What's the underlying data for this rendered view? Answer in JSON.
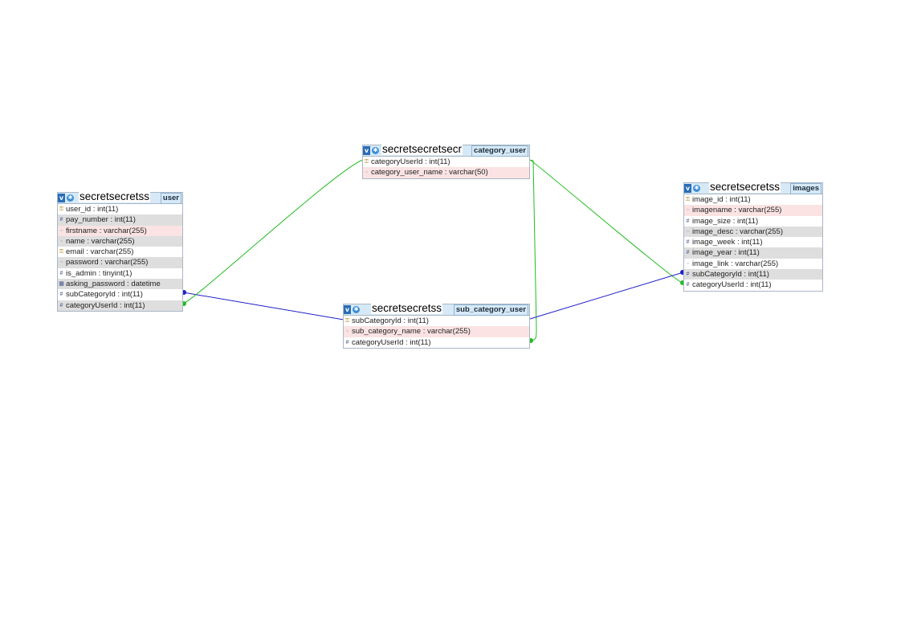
{
  "tables": {
    "user": {
      "name": "user",
      "db_label": "secretsecretss",
      "columns": [
        {
          "text": "user_id : int(11)",
          "icon": "key-icon"
        },
        {
          "text": "pay_number : int(11)",
          "icon": "hash-icon"
        },
        {
          "text": "firstname : varchar(255)",
          "icon": "text-icon"
        },
        {
          "text": "name : varchar(255)",
          "icon": "text-icon"
        },
        {
          "text": "email : varchar(255)",
          "icon": "key-icon"
        },
        {
          "text": "password : varchar(255)",
          "icon": "text-icon"
        },
        {
          "text": "is_admin : tinyint(1)",
          "icon": "hash-icon"
        },
        {
          "text": "asking_password : datetime",
          "icon": "calendar-icon"
        },
        {
          "text": "subCategoryId : int(11)",
          "icon": "hash-icon"
        },
        {
          "text": "categoryUserId : int(11)",
          "icon": "hash-icon"
        }
      ]
    },
    "category_user": {
      "name": "category_user",
      "db_label": "secretsecretsecr",
      "columns": [
        {
          "text": "categoryUserId : int(11)",
          "icon": "key-icon"
        },
        {
          "text": "category_user_name : varchar(50)",
          "icon": "text-icon"
        }
      ]
    },
    "sub_category_user": {
      "name": "sub_category_user",
      "db_label": "secretsecretss",
      "columns": [
        {
          "text": "subCategoryId : int(11)",
          "icon": "key-icon"
        },
        {
          "text": "sub_category_name : varchar(255)",
          "icon": "text-icon"
        },
        {
          "text": "categoryUserId : int(11)",
          "icon": "hash-icon"
        }
      ]
    },
    "images": {
      "name": "images",
      "db_label": "secretsecretss",
      "columns": [
        {
          "text": "image_id : int(11)",
          "icon": "key-icon"
        },
        {
          "text": "imagename : varchar(255)",
          "icon": "text-icon"
        },
        {
          "text": "image_size : int(11)",
          "icon": "hash-icon"
        },
        {
          "text": "image_desc : varchar(255)",
          "icon": "text-icon"
        },
        {
          "text": "image_week : int(11)",
          "icon": "hash-icon"
        },
        {
          "text": "image_year : int(11)",
          "icon": "hash-icon"
        },
        {
          "text": "image_link : varchar(255)",
          "icon": "text-icon"
        },
        {
          "text": "subCategoryId : int(11)",
          "icon": "hash-icon"
        },
        {
          "text": "categoryUserId : int(11)",
          "icon": "hash-icon"
        }
      ]
    }
  },
  "relations": [
    {
      "from": "user.subCategoryId",
      "to": "sub_category_user.subCategoryId",
      "color": "#2020c8"
    },
    {
      "from": "user.categoryUserId",
      "to": "category_user.categoryUserId",
      "color": "#22bb22"
    },
    {
      "from": "sub_category_user.categoryUserId",
      "to": "category_user.categoryUserId",
      "color": "#22bb22"
    },
    {
      "from": "images.categoryUserId",
      "to": "category_user.categoryUserId",
      "color": "#22bb22"
    },
    {
      "from": "images.subCategoryId",
      "to": "sub_category_user.subCategoryId",
      "color": "#2020c8"
    }
  ]
}
